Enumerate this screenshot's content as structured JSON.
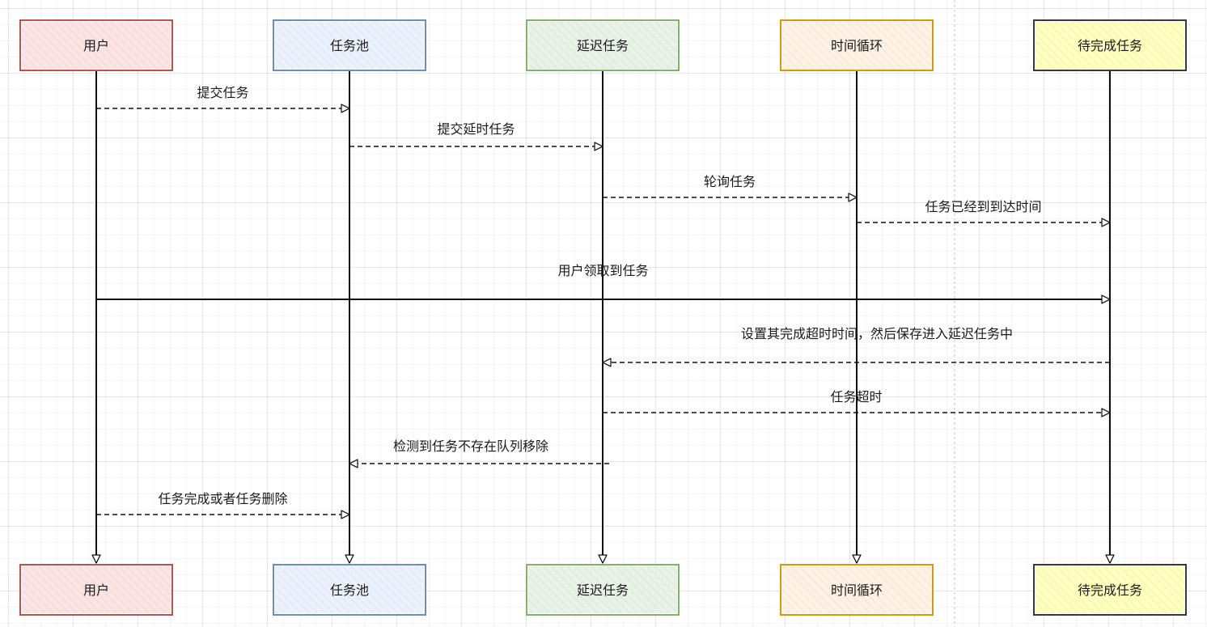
{
  "participants": [
    {
      "id": "user",
      "label": "用户",
      "stroke": "#b85450",
      "fill": "#f8cecc"
    },
    {
      "id": "pool",
      "label": "任务池",
      "stroke": "#6c8ebf",
      "fill": "#dae8fc"
    },
    {
      "id": "delay",
      "label": "延迟任务",
      "stroke": "#82b366",
      "fill": "#d5e8d4"
    },
    {
      "id": "loop",
      "label": "时间循环",
      "stroke": "#d79b00",
      "fill": "#ffe6cc"
    },
    {
      "id": "pending",
      "label": "待完成任务",
      "stroke": "#36393d",
      "fill": "#ffff88"
    }
  ],
  "messages": [
    {
      "label": "提交任务",
      "from": "user",
      "to": "pool",
      "style": "dashed"
    },
    {
      "label": "提交延时任务",
      "from": "pool",
      "to": "delay",
      "style": "dashed"
    },
    {
      "label": "轮询任务",
      "from": "delay",
      "to": "loop",
      "style": "dashed"
    },
    {
      "label": "任务已经到到达时间",
      "from": "loop",
      "to": "pending",
      "style": "dashed"
    },
    {
      "label": "用户领取到任务",
      "from": "user",
      "to": "pending",
      "style": "solid"
    },
    {
      "label": "设置其完成超时时间，然后保存进入延迟任务中",
      "from": "pending",
      "to": "delay",
      "style": "dashed"
    },
    {
      "label": "任务超时",
      "from": "delay",
      "to": "pending",
      "style": "dashed"
    },
    {
      "label": "检测到任务不存在队列移除",
      "from": "delay",
      "to": "pool",
      "style": "dashed"
    },
    {
      "label": "任务完成或者任务删除",
      "from": "user",
      "to": "pool",
      "style": "dashed"
    }
  ]
}
